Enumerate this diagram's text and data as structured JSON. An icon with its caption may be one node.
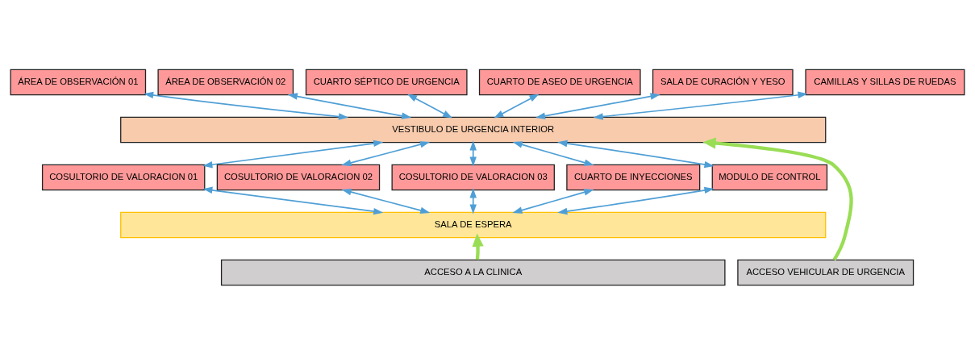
{
  "diagram": {
    "nodes": [
      {
        "text": [
          "ÁREA DE OBSERVACIÓN 01"
        ]
      },
      {
        "text": [
          "ÁREA DE OBSERVACIÓN 02"
        ]
      },
      {
        "text": [
          "CUARTO SÉPTICO DE URGENCIA"
        ]
      },
      {
        "text": [
          "CUARTO DE ASEO DE URGENCIA"
        ]
      },
      {
        "text": [
          "SALA DE CURACIÓN Y YESO"
        ]
      },
      {
        "text": [
          "CAMILLAS Y SILLAS DE RUEDAS"
        ]
      },
      {
        "text": [
          "VESTIBULO DE URGENCIA INTERIOR"
        ]
      },
      {
        "text": [
          "COSULTORIO DE VALORACION 01"
        ]
      },
      {
        "text": [
          "COSULTORIO DE VALORACION 02"
        ]
      },
      {
        "text": [
          "COSULTORIO DE VALORACION 03"
        ]
      },
      {
        "text": [
          "CUARTO DE INYECCIONES"
        ]
      },
      {
        "text": [
          "MODULO DE CONTROL"
        ]
      },
      {
        "text": [
          "SALA DE ESPERA"
        ]
      },
      {
        "text": [
          "ACCESO A LA CLINICA"
        ]
      },
      {
        "text": [
          "ACCESO VEHICULAR DE URGENCIA"
        ]
      }
    ],
    "edges": [
      {
        "from": 0,
        "to": 6,
        "arrow": "both"
      },
      {
        "from": 1,
        "to": 6,
        "arrow": "both"
      },
      {
        "from": 2,
        "to": 6,
        "arrow": "both"
      },
      {
        "from": 3,
        "to": 6,
        "arrow": "both"
      },
      {
        "from": 4,
        "to": 6,
        "arrow": "both"
      },
      {
        "from": 5,
        "to": 6,
        "arrow": "both"
      },
      {
        "from": 6,
        "to": 7,
        "arrow": "both"
      },
      {
        "from": 6,
        "to": 8,
        "arrow": "both"
      },
      {
        "from": 6,
        "to": 9,
        "arrow": "both"
      },
      {
        "from": 6,
        "to": 10,
        "arrow": "both"
      },
      {
        "from": 6,
        "to": 11,
        "arrow": "both"
      },
      {
        "from": 7,
        "to": 12,
        "arrow": "both"
      },
      {
        "from": 8,
        "to": 12,
        "arrow": "both"
      },
      {
        "from": 9,
        "to": 12,
        "arrow": "both"
      },
      {
        "from": 10,
        "to": 12,
        "arrow": "both"
      },
      {
        "from": 11,
        "to": 12,
        "arrow": "both"
      },
      {
        "from": 13,
        "to": 12,
        "arrow": "to",
        "style": "thick",
        "color": "#99dd55"
      },
      {
        "from": 14,
        "to": 6,
        "arrow": "to",
        "style": "thick",
        "color": "#99dd55"
      }
    ]
  }
}
